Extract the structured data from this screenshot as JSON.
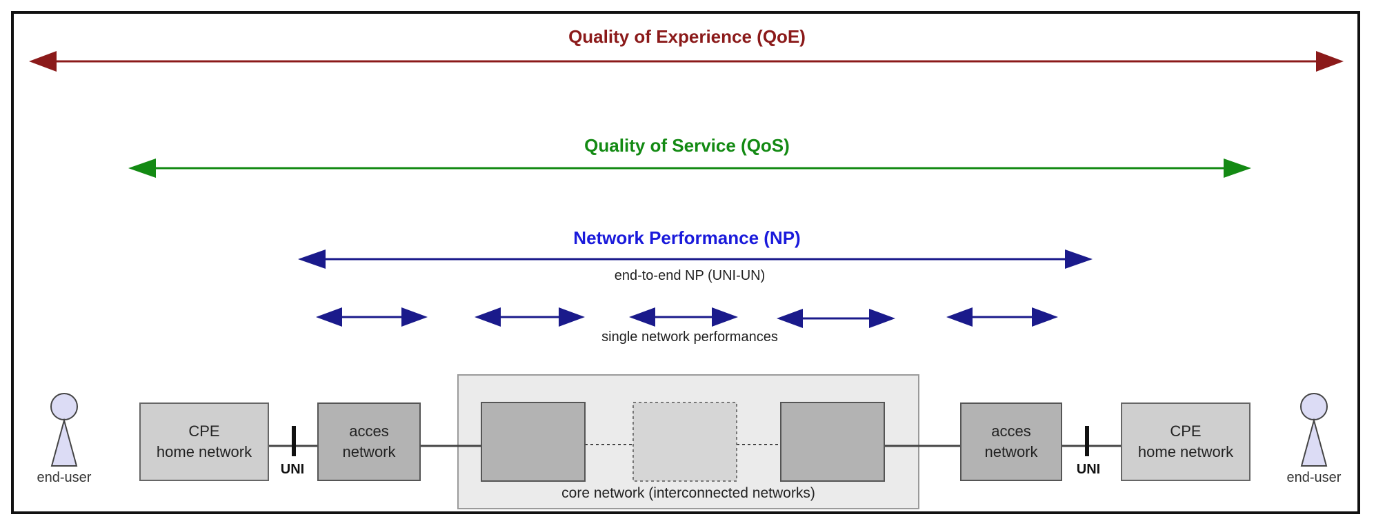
{
  "labels": {
    "qoe": "Quality of Experience (QoE)",
    "qos": "Quality of Service (QoS)",
    "np": "Network Performance (NP)",
    "end_to_end_np": "end-to-end NP (UNI-UN)",
    "single_np": "single network performances"
  },
  "nodes": {
    "left_user": "end-user",
    "right_user": "end-user",
    "left_cpe": "CPE\nhome network",
    "right_cpe": "CPE\nhome network",
    "left_access": "acces\nnetwork",
    "right_access": "acces\nnetwork",
    "core": "core network (interconnected networks)",
    "left_uni": "UNI",
    "right_uni": "UNI"
  },
  "colors": {
    "qoe": "#8b1a1a",
    "qos": "#138a13",
    "np": "#1a1a8b",
    "box_light": "#cfcfcf",
    "box_dark": "#b3b3b3",
    "core_bg": "#ebebeb",
    "user_fill": "#dcdcf5"
  }
}
